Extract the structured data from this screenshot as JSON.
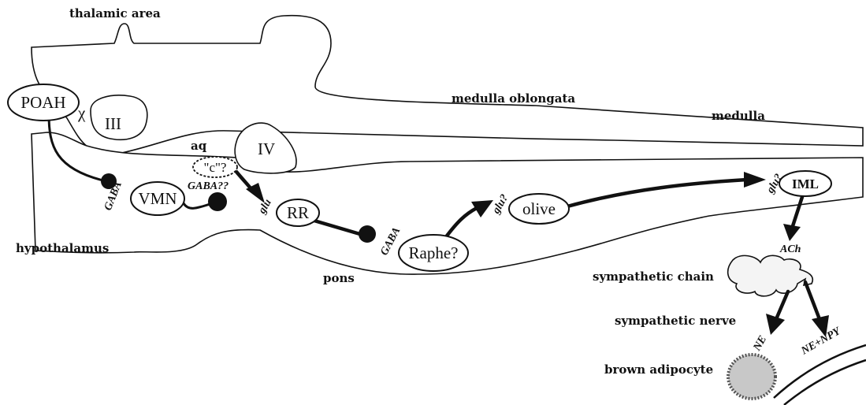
{
  "regions": {
    "thalamic_area": "thalamic area",
    "medulla_oblongata": "medulla oblongata",
    "medulla": "medulla",
    "hypothalamus": "hypothalamus",
    "pons": "pons",
    "aq": "aq",
    "sympathetic_chain": "sympathetic chain",
    "sympathetic_nerve": "sympathetic nerve",
    "brown_adipocyte": "brown adipocyte"
  },
  "nodes": {
    "poah": "POAH",
    "chi": "χ",
    "iii": "III",
    "iv": "IV",
    "c_query": "\"c\"?",
    "vmn": "VMN",
    "rr": "RR",
    "raphe": "Raphe?",
    "olive": "olive",
    "iml": "IML"
  },
  "transmitters": {
    "gaba_1": "GABA",
    "gaba_2": "GABA??",
    "glu_1": "glu",
    "gaba_3": "GABA",
    "glu_2": "glu?",
    "glu_3": "glu?",
    "ach": "ACh",
    "ne": "NE",
    "ne_npy": "NE+NPY"
  },
  "colors": {
    "ink": "#111111",
    "adipocyte_fill": "#c8c8c8",
    "chain_fill": "#f4f4f4"
  }
}
